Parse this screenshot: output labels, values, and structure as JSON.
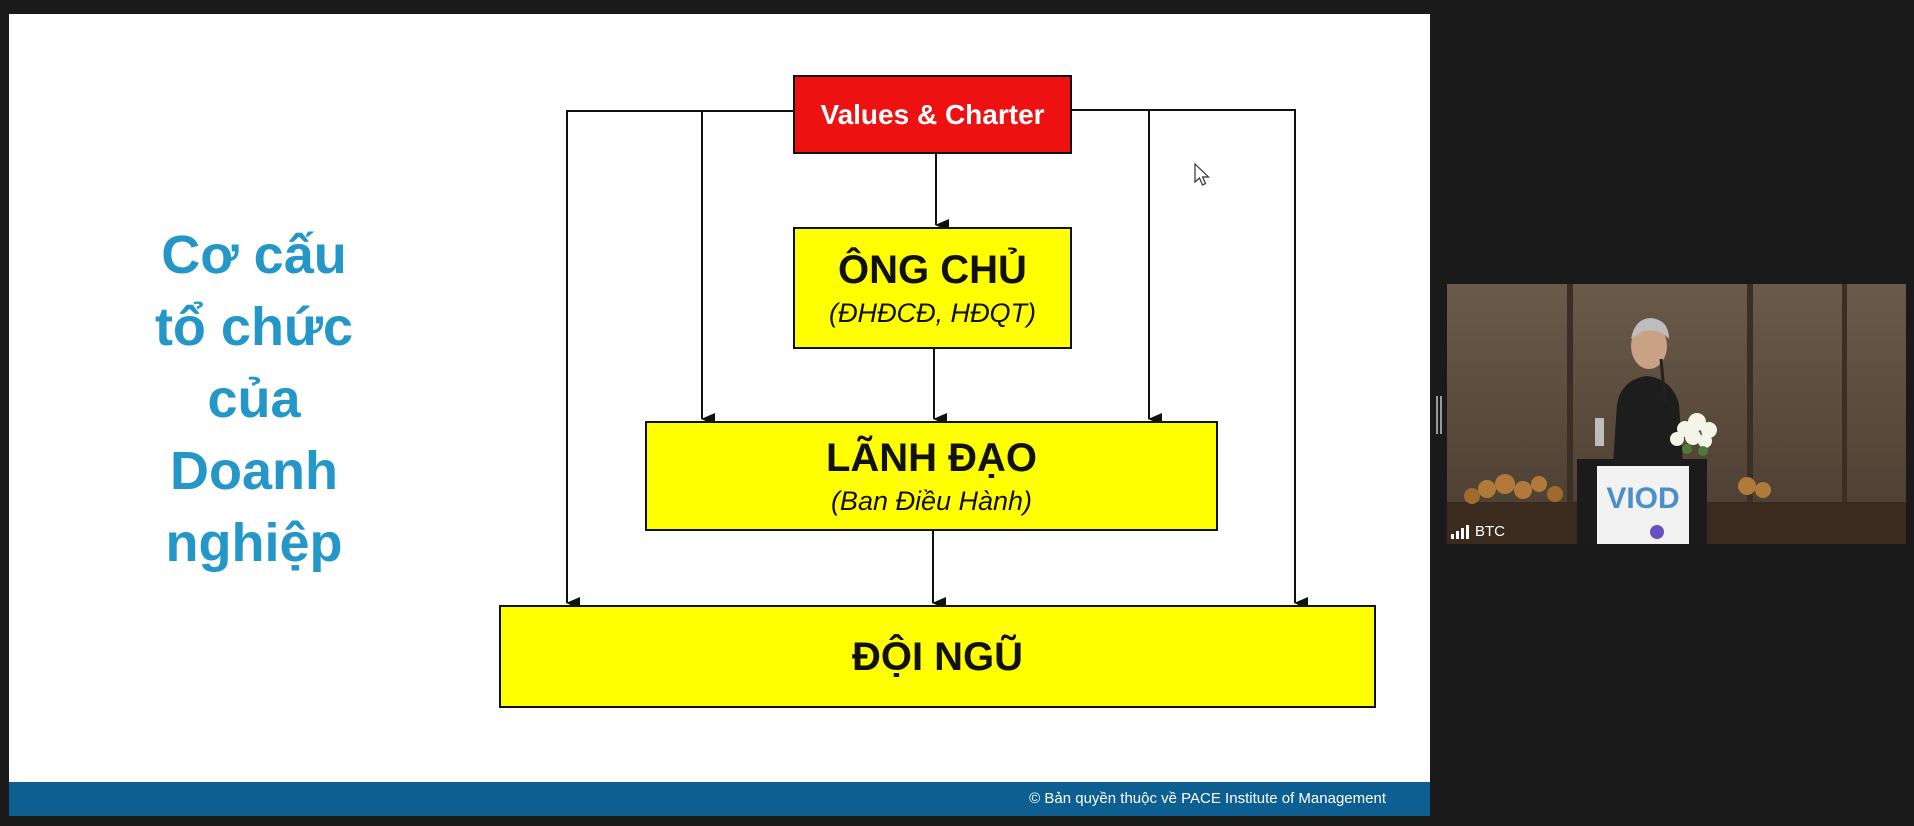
{
  "slide": {
    "title_lines": [
      "Cơ cấu",
      "tổ chức",
      "của",
      "Doanh",
      "nghiệp"
    ],
    "footer": "© Bản quyền thuộc về PACE Institute of Management"
  },
  "diagram": {
    "values": {
      "label": "Values & Charter",
      "color": "#ee1111"
    },
    "owner": {
      "label": "ÔNG CHỦ",
      "sublabel": "(ĐHĐCĐ, HĐQT)"
    },
    "leadership": {
      "label": "LÃNH ĐẠO",
      "sublabel": "(Ban Điều Hành)"
    },
    "team": {
      "label": "ĐỘI NGŨ"
    },
    "box_color": "#ffff00"
  },
  "video": {
    "participant_name": "BTC",
    "podium_logo": "VIOD"
  },
  "colors": {
    "title_blue": "#2596c8",
    "footer_blue": "#0d5f91",
    "app_background": "#1a1a1a"
  },
  "icons": [
    "signal-strength-icon",
    "mouse-cursor-icon",
    "panel-resize-handle-icon"
  ]
}
